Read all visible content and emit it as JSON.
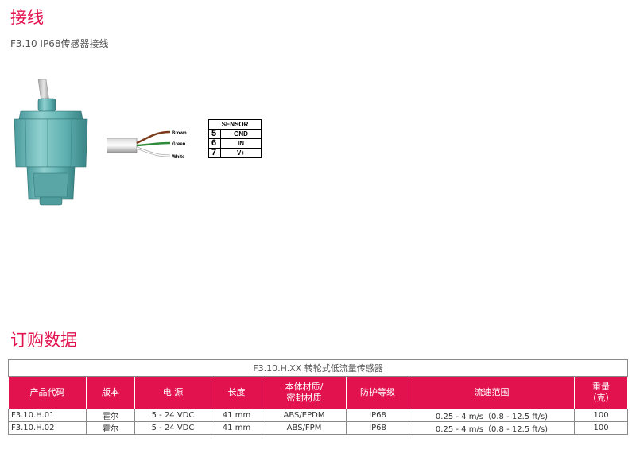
{
  "page": {
    "heading_wiring": "接线",
    "subheading": "F3.10 IP68传感器接线",
    "heading_order": "订购数据"
  },
  "wires": [
    {
      "label": "Brown",
      "color": "#7a3b1b"
    },
    {
      "label": "Green",
      "color": "#2e8b3a"
    },
    {
      "label": "White",
      "color": "#ffffff"
    }
  ],
  "sensor_table": {
    "header": "SENSOR",
    "rows": [
      {
        "pin": "5",
        "signal": "GND"
      },
      {
        "pin": "6",
        "signal": "IN"
      },
      {
        "pin": "7",
        "signal": "V+"
      }
    ]
  },
  "order_table": {
    "title": "F3.10.H.XX 转轮式低流量传感器",
    "columns": [
      "产品代码",
      "版本",
      "电 源",
      "长度",
      "本体材质/\n密封材质",
      "防护等级",
      "流速范围",
      "重量\n（克）"
    ],
    "rows": [
      [
        "F3.10.H.01",
        "霍尔",
        "5 - 24 VDC",
        "41 mm",
        "ABS/EPDM",
        "IP68",
        "0.25 - 4 m/s（0.8 - 12.5 ft/s)",
        "100"
      ],
      [
        "F3.10.H.02",
        "霍尔",
        "5 - 24 VDC",
        "41 mm",
        "ABS/FPM",
        "IP68",
        "0.25 - 4 m/s（0.8 - 12.5 ft/s)",
        "100"
      ]
    ]
  },
  "colors": {
    "accent": "#e2124f",
    "sensor_body": "#6fb8b8"
  }
}
